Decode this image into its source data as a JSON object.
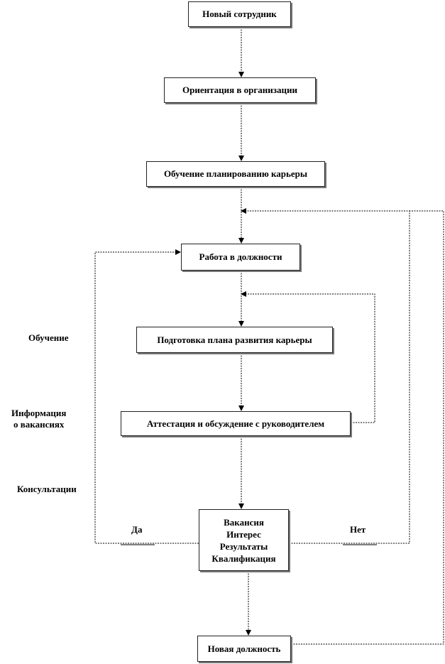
{
  "boxes": {
    "new_employee": "Новый сотрудник",
    "orientation": "Ориентация в организации",
    "career_training": "Обучение планированию карьеры",
    "job_work": "Работа в должности",
    "plan_prep": "Подготовка плана развития карьеры",
    "appraisal": "Аттестация и обсуждение с руководителем",
    "decision": [
      "Вакансия",
      "Интерес",
      "Результаты",
      "Квалификация"
    ],
    "new_position": "Новая должность"
  },
  "side_labels": {
    "training": "Обучение",
    "vacancy_info": [
      "Информация",
      "о вакансиях"
    ],
    "consultations": "Консультации"
  },
  "branch_labels": {
    "yes": "Да",
    "no": "Нет"
  }
}
